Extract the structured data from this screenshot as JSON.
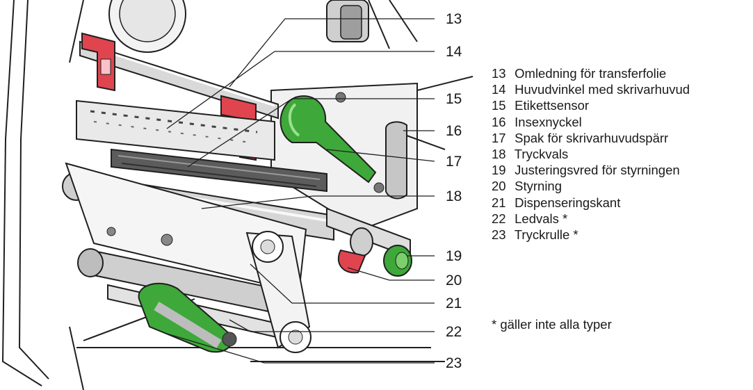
{
  "figure": {
    "callouts": [
      {
        "num": "13",
        "label": "Omledning för transferfolie"
      },
      {
        "num": "14",
        "label": "Huvudvinkel med skrivarhuvud"
      },
      {
        "num": "15",
        "label": "Etikettsensor"
      },
      {
        "num": "16",
        "label": "Insexnyckel"
      },
      {
        "num": "17",
        "label": "Spak för skrivarhuvudspärr"
      },
      {
        "num": "18",
        "label": "Tryckvals"
      },
      {
        "num": "19",
        "label": "Justeringsvred för styrningen"
      },
      {
        "num": "20",
        "label": "Styrning"
      },
      {
        "num": "21",
        "label": "Dispenseringskant"
      },
      {
        "num": "22",
        "label": "Ledvals *"
      },
      {
        "num": "23",
        "label": "Tryckrulle *"
      }
    ],
    "footnote": "* gäller inte alla typer",
    "colors": {
      "lever_green": "#3ea83a",
      "bracket_red": "#e0454f",
      "metal_light": "#d9d9d9",
      "metal_mid": "#bdbdbd",
      "metal_dark": "#6d6d6d",
      "outline": "#1f1f1f"
    }
  }
}
